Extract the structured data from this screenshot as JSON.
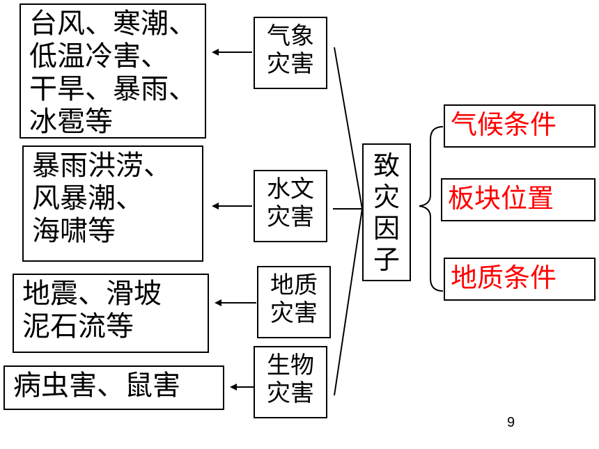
{
  "center": {
    "label": "致\n灾\n因\n子"
  },
  "categories": [
    {
      "label": "气象\n灾害",
      "examples": "台风、寒潮、\n低温冷害、\n干旱、暴雨、\n冰雹等"
    },
    {
      "label": "水文\n灾害",
      "examples": "暴雨洪涝、\n风暴潮、\n海啸等"
    },
    {
      "label": "地质\n灾害",
      "examples": "地震、滑坡\n泥石流等"
    },
    {
      "label": "生物\n灾害",
      "examples": "病虫害、鼠害"
    }
  ],
  "factors": [
    {
      "label": "气候条件"
    },
    {
      "label": "板块位置"
    },
    {
      "label": "地质条件"
    }
  ],
  "colors": {
    "factor_text": "#ff0000",
    "line": "#000000"
  },
  "page_number": "9"
}
